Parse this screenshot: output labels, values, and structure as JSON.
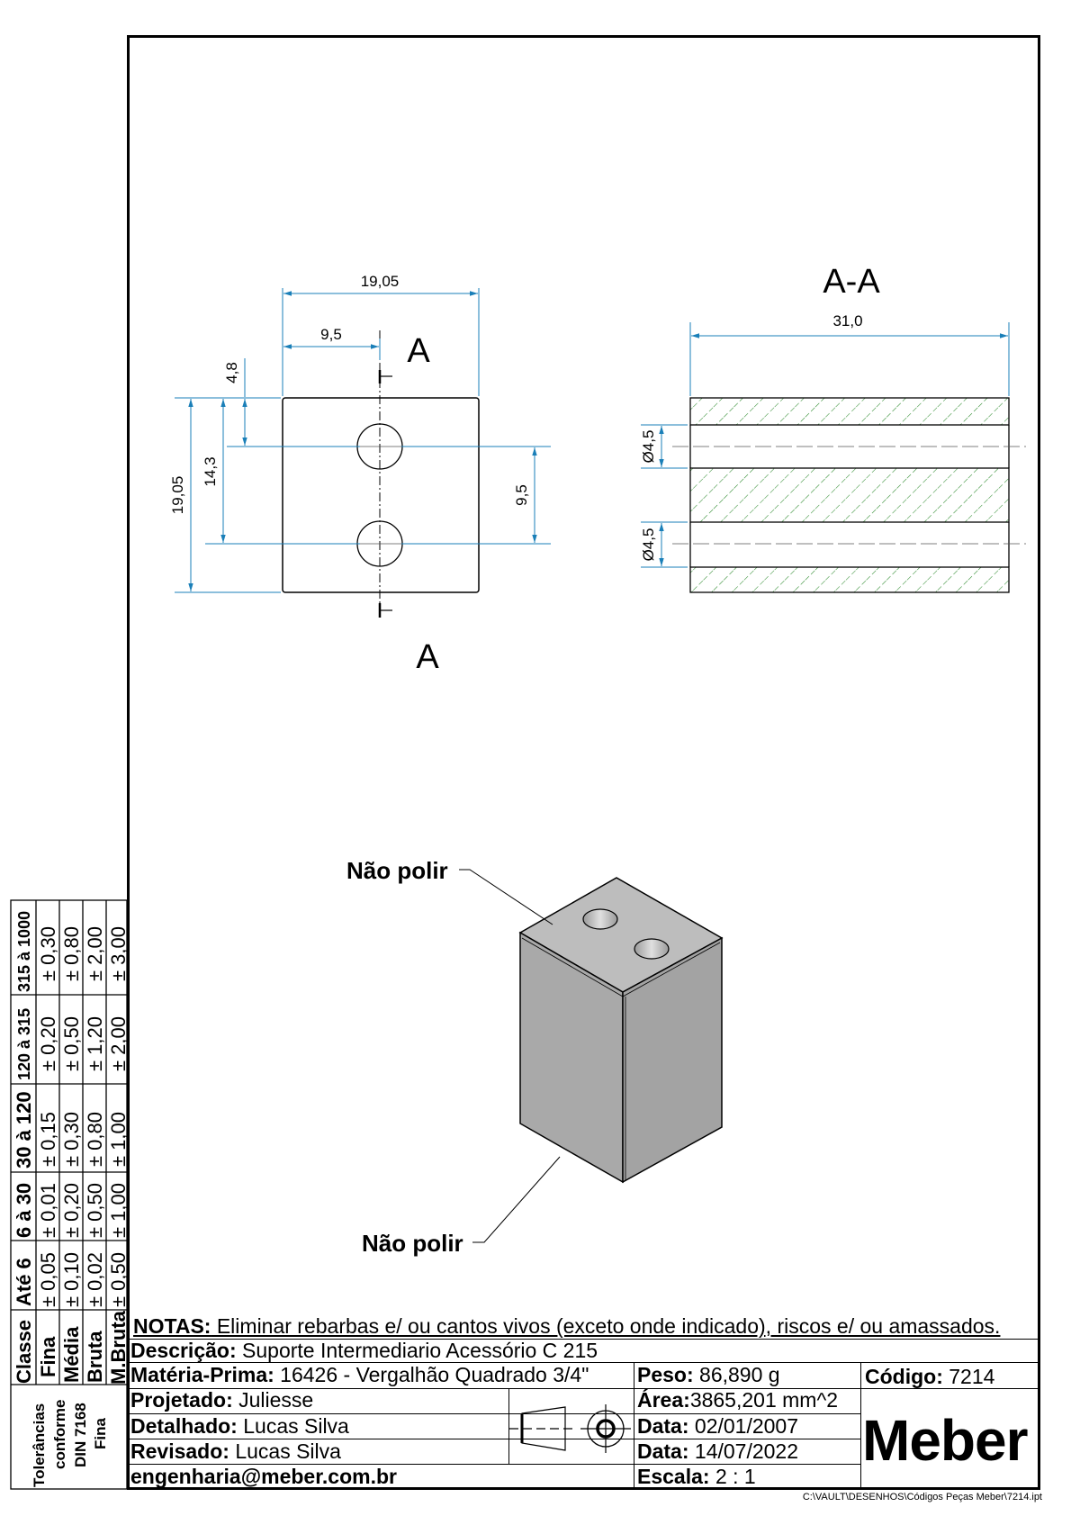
{
  "views": {
    "front": {
      "section_label_top": "A",
      "section_label_bottom": "A",
      "dimensions": {
        "width_overall": "19,05",
        "hole_x_offset": "9,5",
        "height_overall": "19,05",
        "hole2_from_top": "14,3",
        "hole1_from_top": "4,8",
        "hole_spacing": "9,5"
      }
    },
    "section": {
      "title": "A-A",
      "dimensions": {
        "length": "31,0",
        "hole1_diameter": "Ø4,5",
        "hole2_diameter": "Ø4,5"
      },
      "hatch_color": "#2e8b2e"
    },
    "isometric": {
      "callout_top": "Não polir",
      "callout_bottom": "Não polir"
    },
    "dimension_color": "#1a7fb8"
  },
  "tolerance_table": {
    "title_lines": [
      "Tolerâncias",
      "conforme",
      "DIN 7168",
      "Fina"
    ],
    "header": [
      "Classe",
      "Até 6",
      "6 à 30",
      "30 à 120",
      "120 à 315",
      "315 à 1000"
    ],
    "rows": [
      {
        "classe": "Fina",
        "values": [
          "± 0,05",
          "± 0,01",
          "± 0,15",
          "± 0,20",
          "± 0,30"
        ]
      },
      {
        "classe": "Média",
        "values": [
          "± 0,10",
          "± 0,20",
          "± 0,30",
          "± 0,50",
          "± 0,80"
        ]
      },
      {
        "classe": "Bruta",
        "values": [
          "± 0,02",
          "± 0,50",
          "± 0,80",
          "± 1,20",
          "± 2,00"
        ]
      },
      {
        "classe": "M.Bruta",
        "values": [
          "± 0,50",
          "± 1,00",
          "± 1,00",
          "± 2,00",
          "± 3,00"
        ]
      }
    ]
  },
  "title_block": {
    "notes_label": "NOTAS:",
    "notes_text": " Eliminar rebarbas e/ ou cantos vivos (exceto onde indicado), riscos e/ ou amassados.",
    "descricao_label": "Descrição:",
    "descricao_value": " Suporte Intermediario Acessório C 215",
    "materia_label": "Matéria-Prima:",
    "materia_value": " 16426 - Vergalhão Quadrado 3/4\"",
    "projetado_label": "Projetado:",
    "projetado_value": " Juliesse",
    "detalhado_label": "Detalhado:",
    "detalhado_value": " Lucas Silva",
    "revisado_label": "Revisado:",
    "revisado_value": " Lucas Silva",
    "email": "engenharia@meber.com.br",
    "peso_label": "Peso:",
    "peso_value": " 86,890 g",
    "area_label": "Área:",
    "area_value": "3865,201 mm^2",
    "data1_label": "Data:",
    "data1_value": " 02/01/2007",
    "data2_label": "Data:",
    "data2_value": " 14/07/2022",
    "escala_label": "Escala:",
    "escala_value": " 2 : 1",
    "codigo_label": "Código:",
    "codigo_value": " 7214",
    "logo": "Meber",
    "projection_symbol": "first-angle-projection-icon"
  },
  "file_path": "C:\\VAULT\\DESENHOS\\Códigos Peças Meber\\7214.ipt"
}
